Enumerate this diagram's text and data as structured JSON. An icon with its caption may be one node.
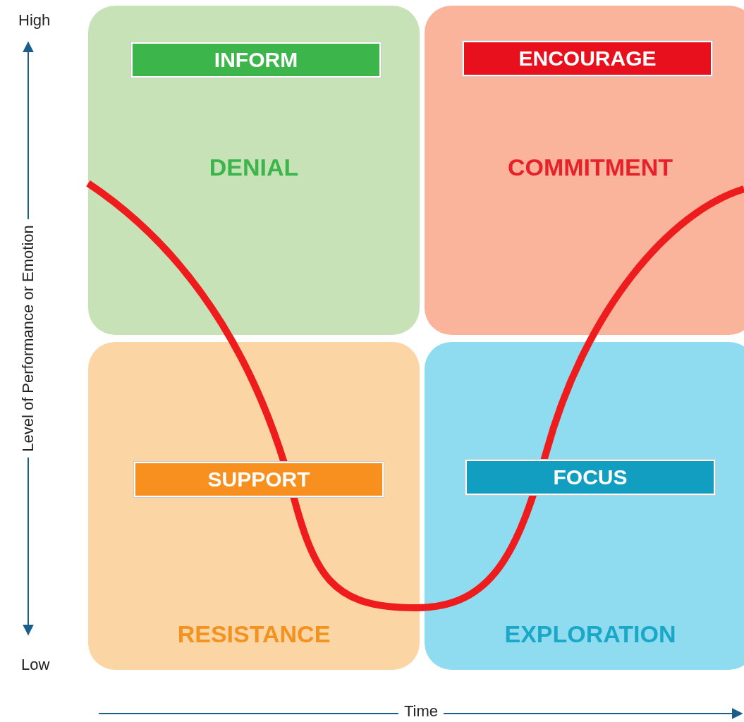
{
  "diagram": {
    "nodes": [
      {
        "text": [
          "DENIAL"
        ]
      },
      {
        "text": [
          "INFORM"
        ],
        "in": 0
      },
      {
        "text": [
          "COMMITMENT"
        ]
      },
      {
        "text": [
          "ENCOURAGE"
        ],
        "in": 2
      },
      {
        "text": [
          "RESISTANCE"
        ]
      },
      {
        "text": [
          "SUPPORT"
        ],
        "in": 4
      },
      {
        "text": [
          "EXPLORATION"
        ]
      },
      {
        "text": [
          "FOCUS"
        ],
        "in": 6
      }
    ],
    "edges": [],
    "labels": [
      "High",
      "Level of Performance or Emotion",
      "Low",
      "Time"
    ]
  }
}
